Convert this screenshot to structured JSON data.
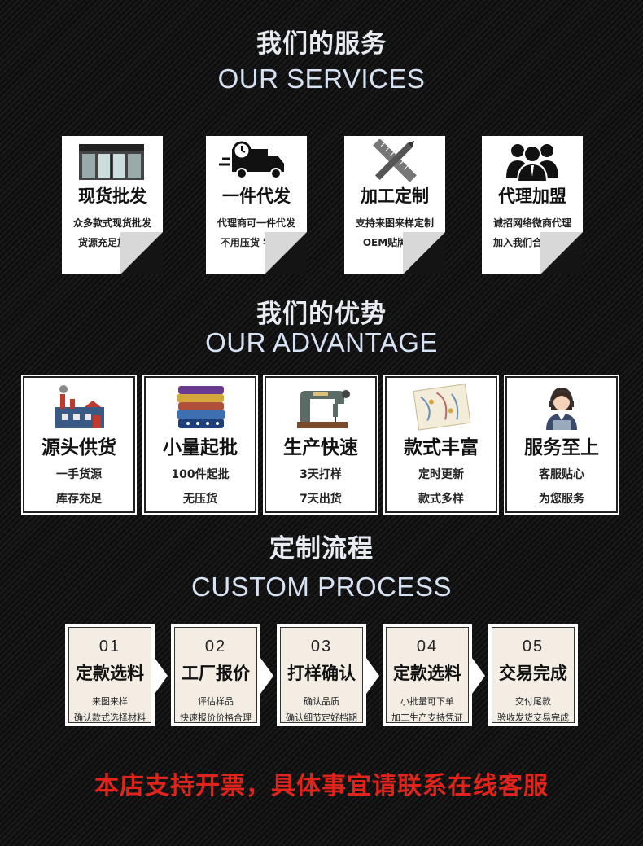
{
  "services": {
    "title_cn": "我们的服务",
    "title_en": "OUR SERVICES",
    "cards": [
      {
        "icon": "storefront-icon",
        "title": "现货批发",
        "line1": "众多款式现货批发",
        "line2": "货源充足放心购"
      },
      {
        "icon": "delivery-truck-icon",
        "title": "一件代发",
        "line1": "代理商可一件代发",
        "line2": "不用压货 零压力"
      },
      {
        "icon": "ruler-pencil-icon",
        "title": "加工定制",
        "line1": "支持来图来样定制",
        "line2": "OEM贴牌加工"
      },
      {
        "icon": "team-people-icon",
        "title": "代理加盟",
        "line1": "诚招网络微商代理",
        "line2": "加入我们合作共赢"
      }
    ]
  },
  "advantage": {
    "title_cn": "我们的优势",
    "title_en": "OUR ADVANTAGE",
    "cards": [
      {
        "icon": "factory-icon",
        "title": "源头供货",
        "line1": "一手货源",
        "line2": "库存充足"
      },
      {
        "icon": "folded-clothes-icon",
        "title": "小量起批",
        "line1": "100件起批",
        "line2": "无压货"
      },
      {
        "icon": "sewing-machine-icon",
        "title": "生产快速",
        "line1": "3天打样",
        "line2": "7天出货"
      },
      {
        "icon": "pattern-sketch-icon",
        "title": "款式丰富",
        "line1": "定时更新",
        "line2": "款式多样"
      },
      {
        "icon": "customer-service-icon",
        "title": "服务至上",
        "line1": "客服贴心",
        "line2": "为您服务"
      }
    ]
  },
  "process": {
    "title_cn": "定制流程",
    "title_en": "CUSTOM PROCESS",
    "steps": [
      {
        "num": "01",
        "title": "定款选料",
        "line1": "来图来样",
        "line2": "确认款式选择材料"
      },
      {
        "num": "02",
        "title": "工厂报价",
        "line1": "评估样品",
        "line2": "快速报价价格合理"
      },
      {
        "num": "03",
        "title": "打样确认",
        "line1": "确认品质",
        "line2": "确认细节定好档期"
      },
      {
        "num": "04",
        "title": "定款选料",
        "line1": "小批量可下单",
        "line2": "加工生产支持凭证"
      },
      {
        "num": "05",
        "title": "交易完成",
        "line1": "交付尾款",
        "line2": "验收发货交易完成"
      }
    ]
  },
  "footer": {
    "notice": "本店支持开票，具体事宜请联系在线客服"
  },
  "colors": {
    "accent_red": "#e0241b",
    "title_blue": "#d6e2f3",
    "card_bg": "#ffffff",
    "process_bg": "#f4ede4"
  }
}
